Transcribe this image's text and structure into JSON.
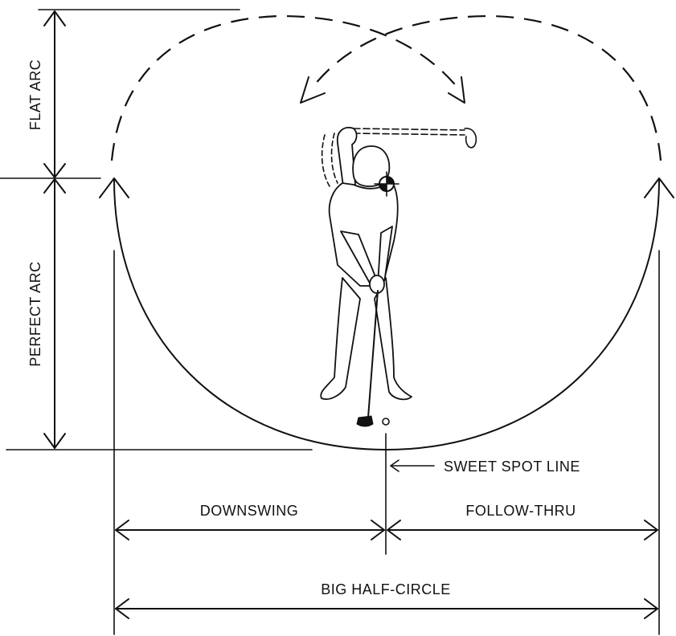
{
  "labels": {
    "flat_arc": "FLAT ARC",
    "perfect_arc": "PERFECT ARC",
    "sweet_spot_line": "SWEET SPOT LINE",
    "downswing": "DOWNSWING",
    "follow_thru": "FOLLOW-THRU",
    "big_half_circle": "BIG HALF-CIRCLE"
  }
}
